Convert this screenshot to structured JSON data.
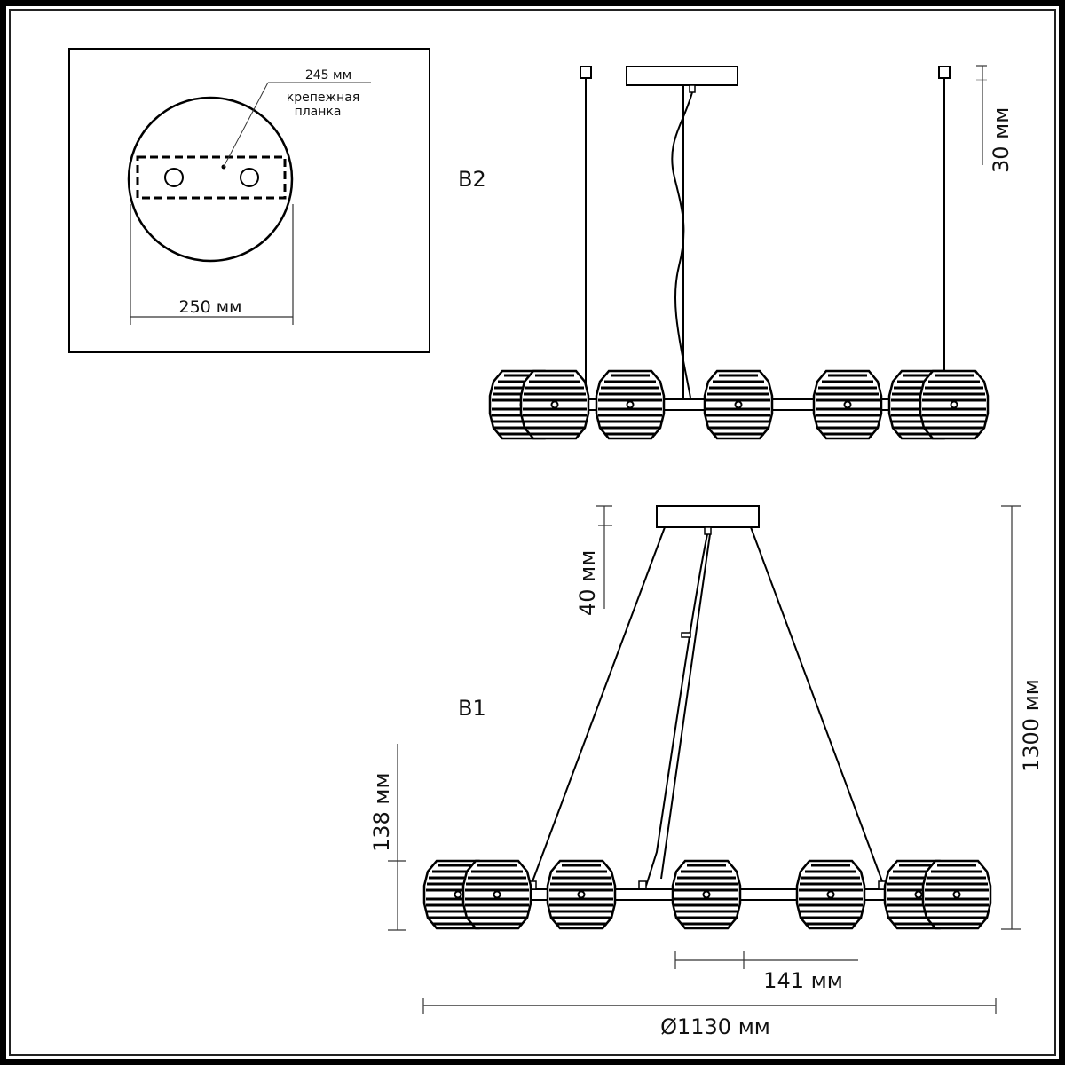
{
  "title": "Chandelier dimension drawing",
  "inset": {
    "plate_label_line1": "крепежная",
    "plate_label_line2": "планка",
    "plate_dim": "245 мм",
    "canopy_diameter": "250 мм"
  },
  "view_b2": {
    "label": "B2",
    "canopy_height": "30 мм"
  },
  "view_b1": {
    "label": "B1",
    "canopy_height": "40 мм",
    "total_height": "1300 мм",
    "shade_height": "138 мм",
    "shade_spacing": "141 мм",
    "overall_diameter": "Ø1130 мм"
  },
  "colors": {
    "line": "#000000",
    "dimension_line": "#333333",
    "background": "#ffffff"
  }
}
